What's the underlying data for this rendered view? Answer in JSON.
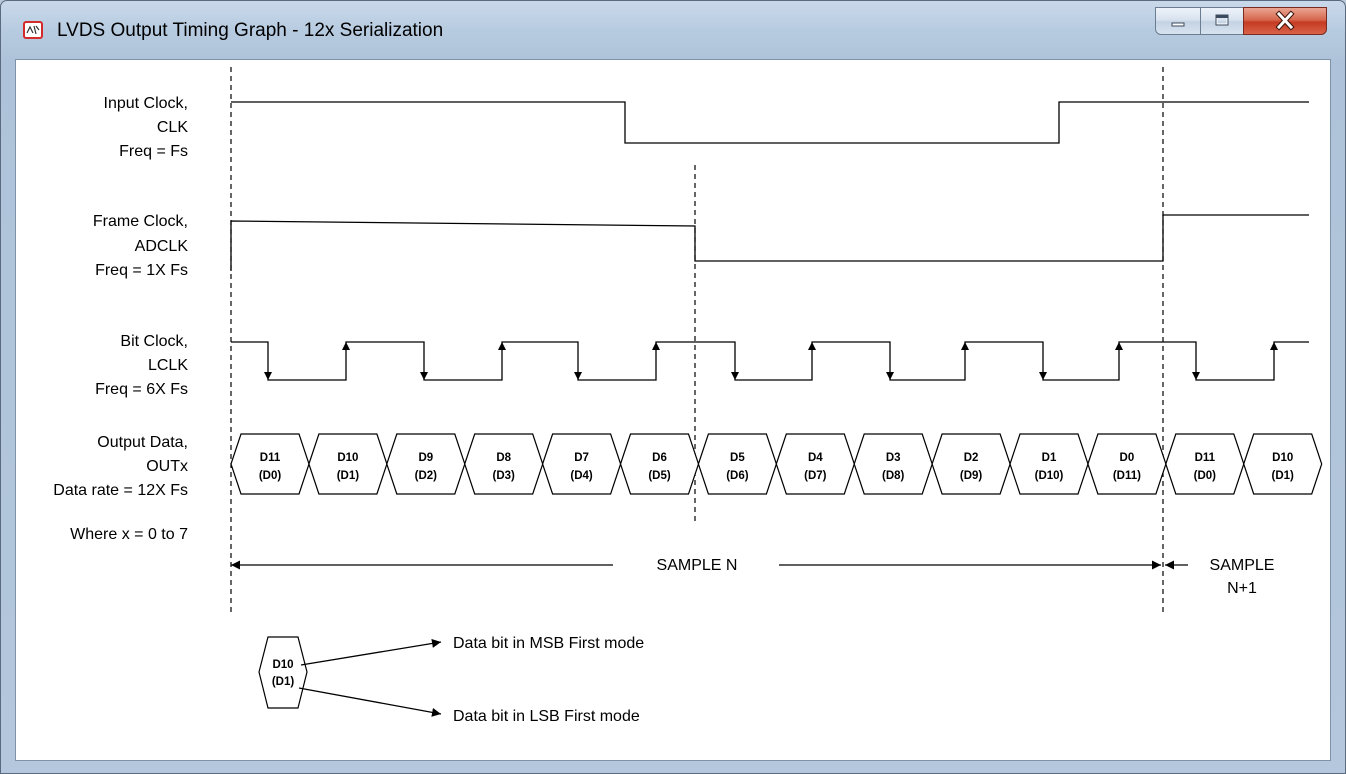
{
  "window": {
    "title": "LVDS Output Timing Graph - 12x Serialization"
  },
  "signals": {
    "input_clock": {
      "line1": "Input Clock,",
      "line2": "CLK",
      "line3": "Freq = Fs"
    },
    "frame_clock": {
      "line1": "Frame Clock,",
      "line2": "ADCLK",
      "line3": "Freq = 1X Fs"
    },
    "bit_clock": {
      "line1": "Bit Clock,",
      "line2": "LCLK",
      "line3": "Freq = 6X Fs"
    },
    "output_data": {
      "line1": "Output Data,",
      "line2": "OUTx",
      "line3": "Data rate = 12X Fs",
      "line4": "Where x = 0 to 7"
    }
  },
  "data_cells": [
    {
      "top": "D11",
      "bottom": "(D0)"
    },
    {
      "top": "D10",
      "bottom": "(D1)"
    },
    {
      "top": "D9",
      "bottom": "(D2)"
    },
    {
      "top": "D8",
      "bottom": "(D3)"
    },
    {
      "top": "D7",
      "bottom": "(D4)"
    },
    {
      "top": "D6",
      "bottom": "(D5)"
    },
    {
      "top": "D5",
      "bottom": "(D6)"
    },
    {
      "top": "D4",
      "bottom": "(D7)"
    },
    {
      "top": "D3",
      "bottom": "(D8)"
    },
    {
      "top": "D2",
      "bottom": "(D9)"
    },
    {
      "top": "D1",
      "bottom": "(D10)"
    },
    {
      "top": "D0",
      "bottom": "(D11)"
    },
    {
      "top": "D11",
      "bottom": "(D0)"
    },
    {
      "top": "D10",
      "bottom": "(D1)"
    }
  ],
  "samples": {
    "n": "SAMPLE N",
    "n1_line1": "SAMPLE",
    "n1_line2": "N+1"
  },
  "legend": {
    "top": "D10",
    "bottom": "(D1)",
    "msb": "Data bit in MSB First mode",
    "lsb": "Data bit in LSB First mode"
  }
}
